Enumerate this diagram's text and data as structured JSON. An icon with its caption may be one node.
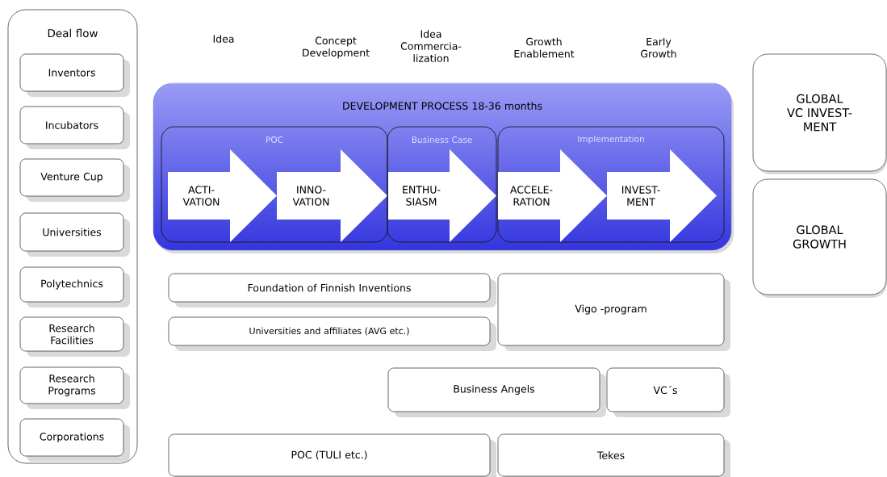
{
  "diagram": {
    "nodes": [
      {
        "text": [
          "Deal flow"
        ]
      },
      {
        "text": [
          "Inventors"
        ],
        "in": 0
      },
      {
        "text": [
          "Incubators"
        ],
        "in": 0
      },
      {
        "text": [
          "Venture Cup"
        ],
        "in": 0
      },
      {
        "text": [
          "Universities"
        ],
        "in": 0
      },
      {
        "text": [
          "Polytechnics"
        ],
        "in": 0
      },
      {
        "text": [
          "Research Facilities"
        ],
        "in": 0
      },
      {
        "text": [
          "Research Programs"
        ],
        "in": 0
      },
      {
        "text": [
          "Corporations"
        ],
        "in": 0
      },
      {
        "text": [
          "DEVELOPMENT PROCESS 18-36 months"
        ]
      },
      {
        "text": [
          "POC"
        ],
        "in": 9
      },
      {
        "text": [
          "ACTI- VATION"
        ],
        "in": 10
      },
      {
        "text": [
          "INNO- VATION"
        ],
        "in": 10
      },
      {
        "text": [
          "Business Case"
        ],
        "in": 9
      },
      {
        "text": [
          "ENTHU- SIASM"
        ],
        "in": 13
      },
      {
        "text": [
          "Implementation"
        ],
        "in": 9
      },
      {
        "text": [
          "ACCELE- RATION"
        ],
        "in": 15
      },
      {
        "text": [
          "INVEST- MENT"
        ],
        "in": 15
      },
      {
        "text": [
          "GLOBAL VC INVEST- MENT"
        ]
      },
      {
        "text": [
          "GLOBAL GROWTH"
        ]
      },
      {
        "text": [
          "Foundation of Finnish Inventions"
        ]
      },
      {
        "text": [
          "Universities and affiliates (AVG etc.)"
        ]
      },
      {
        "text": [
          "Vigo -program"
        ]
      },
      {
        "text": [
          "Business Angels"
        ]
      },
      {
        "text": [
          "VC´s"
        ]
      },
      {
        "text": [
          "POC (TULI etc.)"
        ]
      },
      {
        "text": [
          "Tekes"
        ]
      }
    ],
    "labels": [
      "Idea",
      "Concept Development",
      "Idea Commercia- lization",
      "Growth Enablement",
      "Early Growth"
    ]
  }
}
